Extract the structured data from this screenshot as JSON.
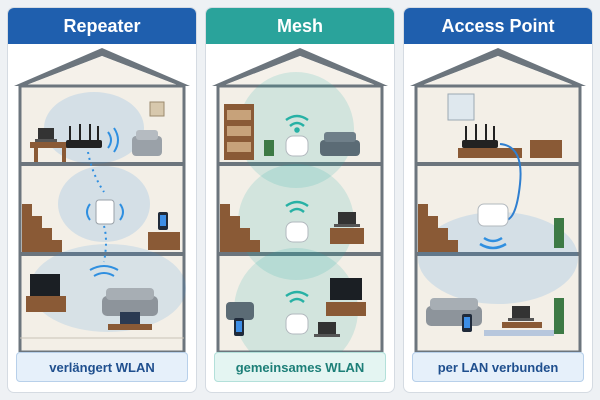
{
  "panels": [
    {
      "title": "Repeater",
      "caption": "verlängert WLAN",
      "header_color": "#1f5fae",
      "caption_bg": "#e6f0fa",
      "caption_border": "#b8d0ea",
      "caption_color": "#1f4f8e",
      "accent": "#2f8fe0",
      "devices": [
        "router-icon",
        "repeater-icon",
        "laptop-icon",
        "smartphone-icon",
        "tv-icon",
        "tablet-icon"
      ]
    },
    {
      "title": "Mesh",
      "caption": "gemeinsames WLAN",
      "header_color": "#2aa39b",
      "caption_bg": "#e4f5f2",
      "caption_border": "#b3e0da",
      "caption_color": "#1d7f78",
      "accent": "#27b1a5",
      "devices": [
        "mesh-node-icon",
        "mesh-node-icon",
        "mesh-node-icon",
        "laptop-icon",
        "smartphone-icon",
        "tv-icon"
      ]
    },
    {
      "title": "Access Point",
      "caption": "per LAN verbunden",
      "header_color": "#1f5fae",
      "caption_bg": "#e6f0fa",
      "caption_border": "#b8d0ea",
      "caption_color": "#1f4f8e",
      "accent": "#2f8fe0",
      "devices": [
        "router-icon",
        "lan-cable-icon",
        "access-point-icon",
        "laptop-icon",
        "smartphone-icon"
      ]
    }
  ]
}
